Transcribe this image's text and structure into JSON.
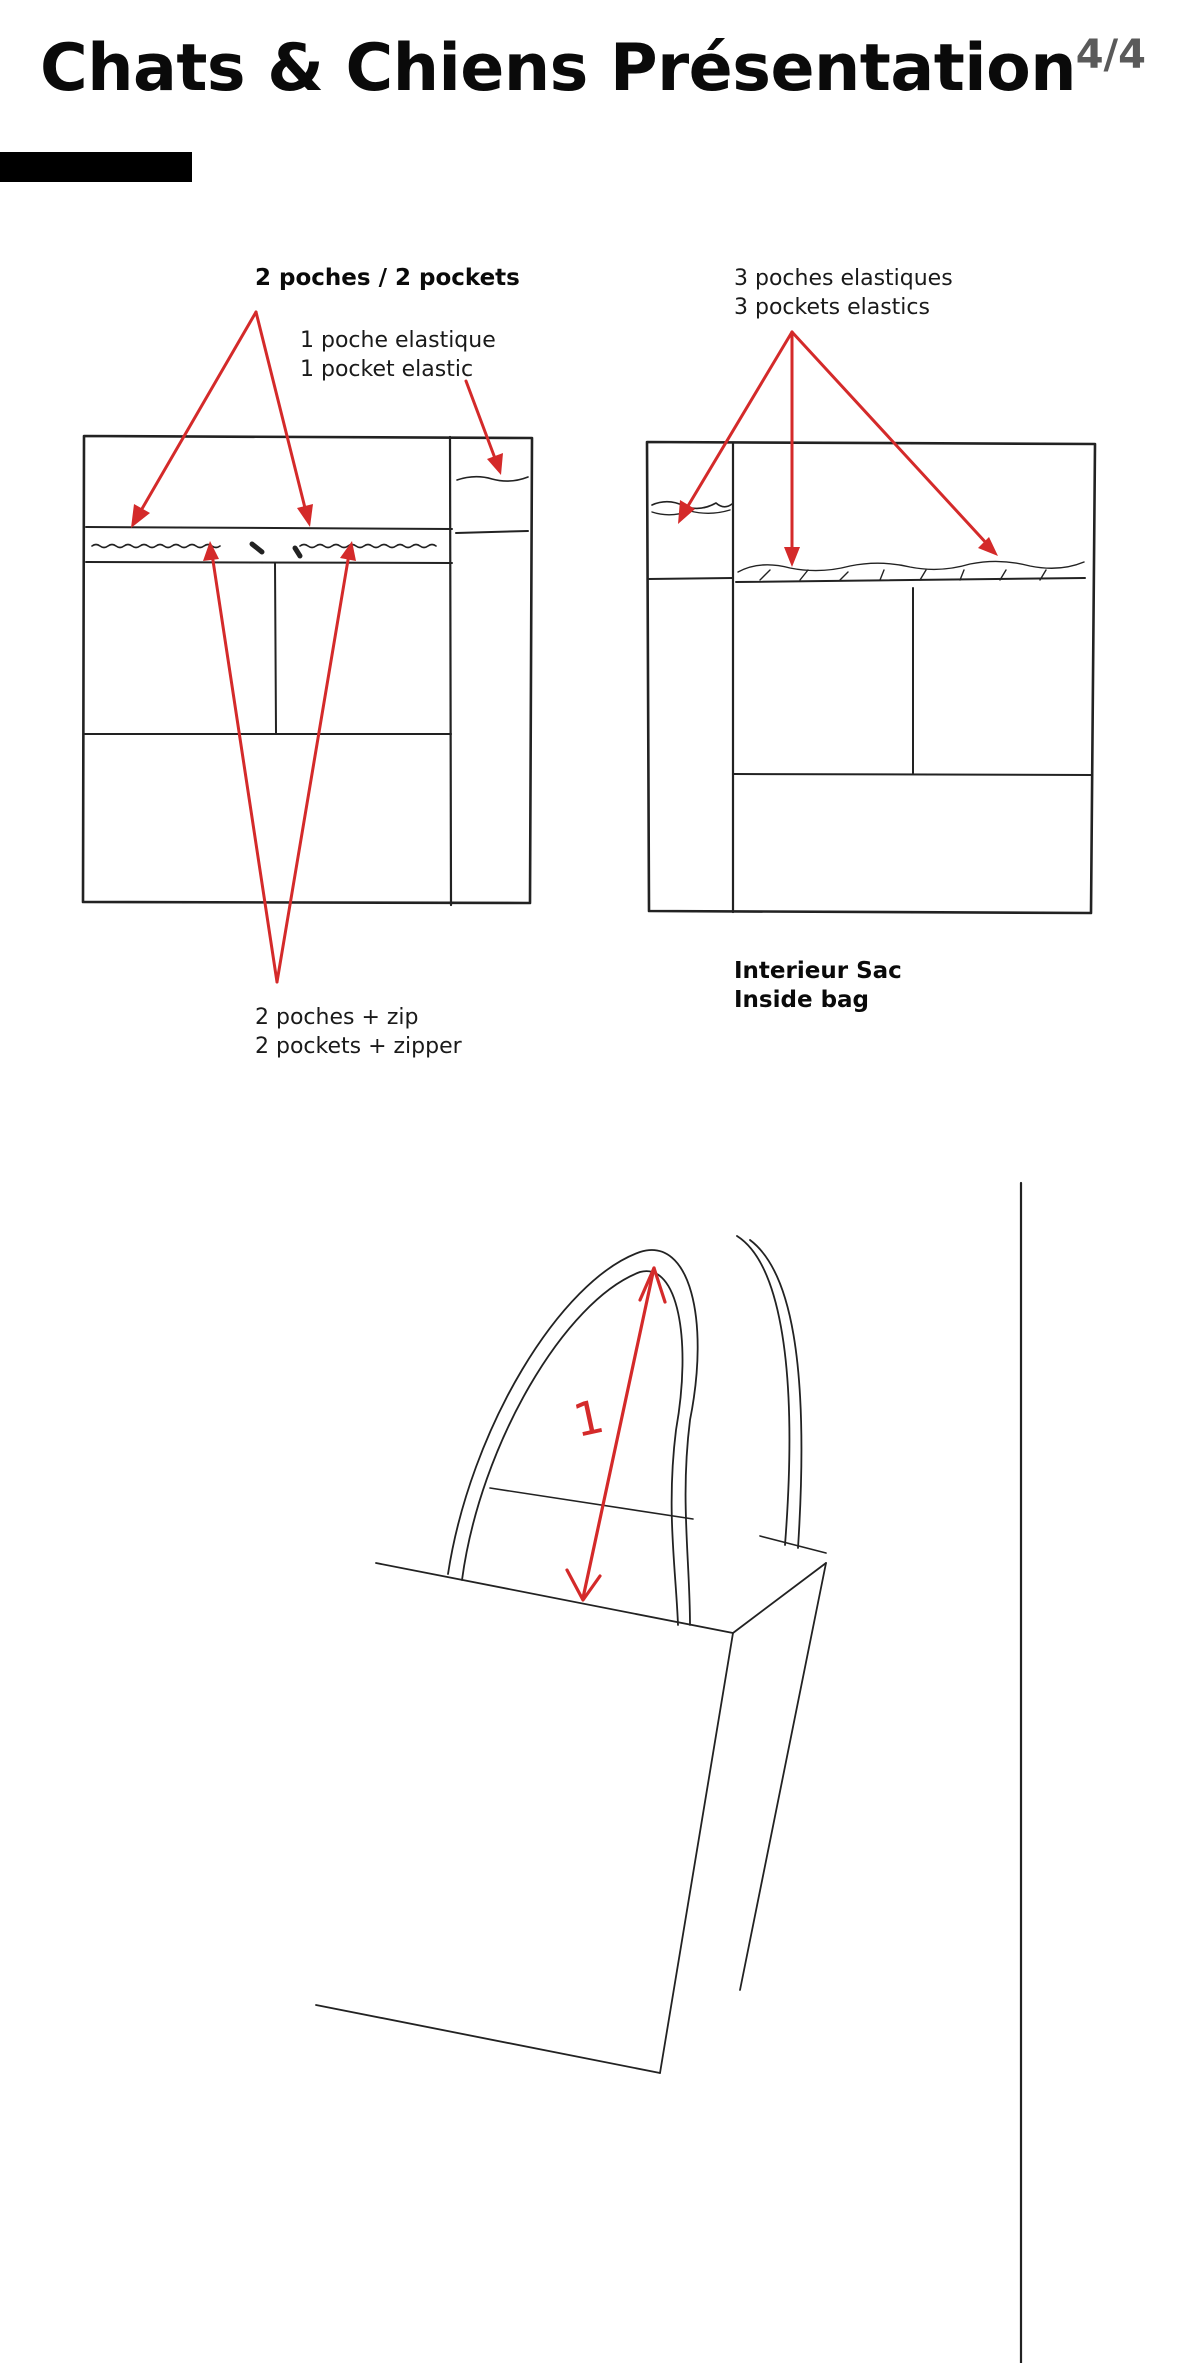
{
  "header": {
    "title": "Chats & Chiens Présentation",
    "page_indicator": "4/4"
  },
  "callouts": {
    "two_pockets": "2 poches / 2 pockets",
    "elastic_pocket_line1": "1 poche elastique",
    "elastic_pocket_line2": "1 pocket elastic",
    "three_elastic_line1": "3 poches elastiques",
    "three_elastic_line2": "3 pockets elastics",
    "zip_line1": "2 poches + zip",
    "zip_line2": "2 pockets + zipper",
    "inside_line1": "Interieur Sac",
    "inside_line2": "Inside bag",
    "handle_mark": "1"
  },
  "colors": {
    "accent_bar": "#000000",
    "annotation_red": "#d42a2a",
    "page_number_gray": "#5a5a5a"
  }
}
